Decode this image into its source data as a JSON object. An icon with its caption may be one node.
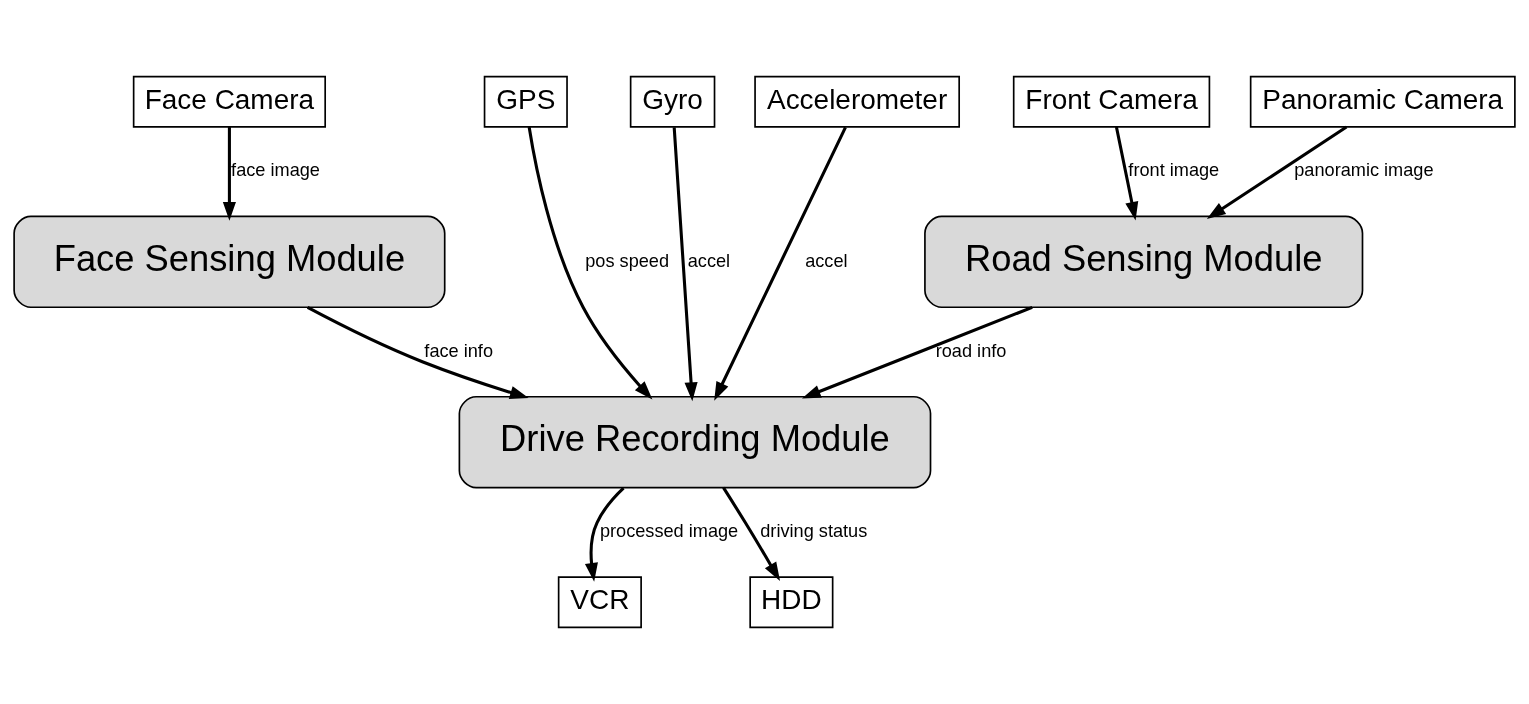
{
  "diagram": {
    "nodes": [
      {
        "text": [
          "Face Camera"
        ]
      },
      {
        "text": [
          "Front Camera"
        ]
      },
      {
        "text": [
          "Panoramic Camera"
        ]
      },
      {
        "text": [
          "GPS"
        ]
      },
      {
        "text": [
          "Gyro"
        ]
      },
      {
        "text": [
          "Accelerometer"
        ]
      },
      {
        "text": [
          "Face Sensing Module"
        ]
      },
      {
        "text": [
          "Road Sensing Module"
        ]
      },
      {
        "text": [
          "Drive Recording Module"
        ]
      },
      {
        "text": [
          "VCR"
        ]
      },
      {
        "text": [
          "HDD"
        ]
      }
    ],
    "edges": [
      {
        "from": 0,
        "to": 6,
        "arrow": "to",
        "label": "face image"
      },
      {
        "from": 1,
        "to": 7,
        "arrow": "to",
        "label": "front image"
      },
      {
        "from": 2,
        "to": 7,
        "arrow": "to",
        "label": "panoramic image"
      },
      {
        "from": 6,
        "to": 8,
        "arrow": "to",
        "label": "face info"
      },
      {
        "from": 7,
        "to": 8,
        "arrow": "to",
        "label": "road info"
      },
      {
        "from": 3,
        "to": 8,
        "arrow": "to",
        "label": "pos speed"
      },
      {
        "from": 4,
        "to": 8,
        "arrow": "to",
        "label": "accel"
      },
      {
        "from": 5,
        "to": 8,
        "arrow": "to",
        "label": "accel"
      },
      {
        "from": 8,
        "to": 9,
        "arrow": "to",
        "label": "processed image"
      },
      {
        "from": 8,
        "to": 10,
        "arrow": "to",
        "label": "driving status"
      }
    ]
  }
}
